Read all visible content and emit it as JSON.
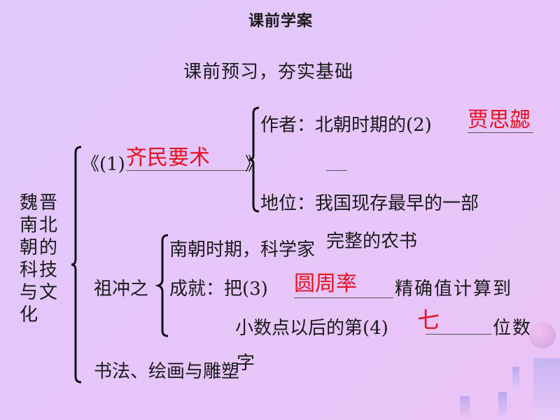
{
  "header": {
    "title": "课前学案",
    "subtitle": "课前预习，夯实基础"
  },
  "root_topic": "魏晋南北朝的科技与文化",
  "book": {
    "prefix": "《(1)",
    "answer1": "齐民要术",
    "suffix": "》",
    "author_label": "作者：北朝时期的(2)",
    "answer2": "贾思勰",
    "author_continuation": "__",
    "status_label": "地位：我国现存最早的一部",
    "status_continuation": "完整的农书"
  },
  "zu_chongzhi": {
    "name": "祖冲之",
    "period": "南朝时期，科学家",
    "achievement_prefix": "成就：把(3)",
    "answer3": "圆周率",
    "achievement_mid": "精确值计算到",
    "line2_prefix": "小数点以后的第(4)",
    "answer4": "七",
    "line2_suffix": "位数",
    "stray_char": "字"
  },
  "arts": "书法、绘画与雕塑",
  "colors": {
    "answer": "#e8101e",
    "background": "#e4c6fb",
    "text": "#1a1a1a"
  }
}
